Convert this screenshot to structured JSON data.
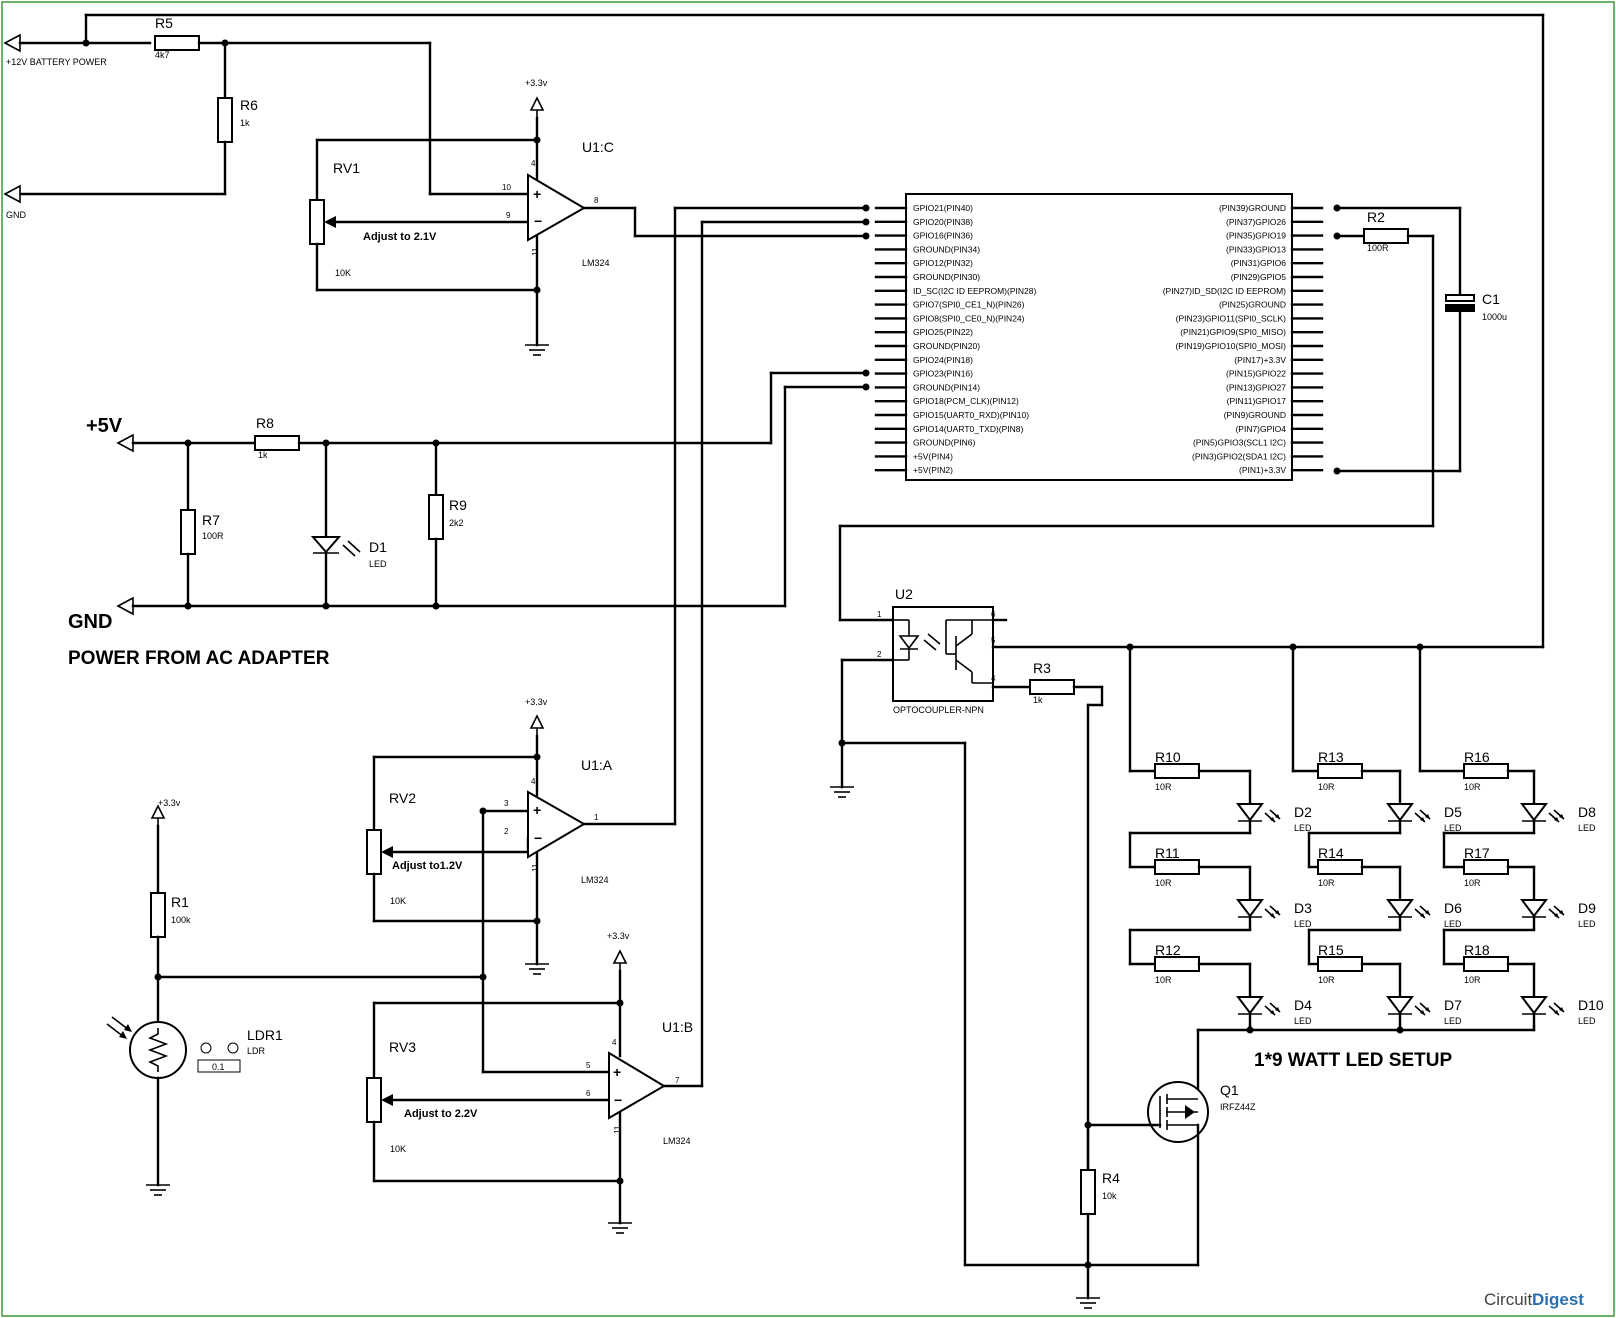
{
  "power": {
    "battery_label": "+12V BATTERY POWER",
    "gnd_small": "GND",
    "plus5v": "+5V",
    "gnd_big": "GND",
    "adapter_title": "POWER FROM AC ADAPTER",
    "v33": "+3.3v"
  },
  "resistors": {
    "R1": {
      "name": "R1",
      "value": "100k"
    },
    "R2": {
      "name": "R2",
      "value": "100R"
    },
    "R3": {
      "name": "R3",
      "value": "1k"
    },
    "R4": {
      "name": "R4",
      "value": "10k"
    },
    "R5": {
      "name": "R5",
      "value": "4k7"
    },
    "R6": {
      "name": "R6",
      "value": "1k"
    },
    "R7": {
      "name": "R7",
      "value": "100R"
    },
    "R8": {
      "name": "R8",
      "value": "1k"
    },
    "R9": {
      "name": "R9",
      "value": "2k2"
    }
  },
  "pots": {
    "RV1": {
      "name": "RV1",
      "value": "10K",
      "adjust": "Adjust to 2.1V"
    },
    "RV2": {
      "name": "RV2",
      "value": "10K",
      "adjust": "Adjust to1.2V"
    },
    "RV3": {
      "name": "RV3",
      "value": "10K",
      "adjust": "Adjust to 2.2V"
    }
  },
  "opamps": {
    "A": {
      "name": "U1:A",
      "part": "LM324",
      "in_plus": "3",
      "in_minus": "2",
      "out": "1",
      "vcc": "4",
      "gnd": "11"
    },
    "B": {
      "name": "U1:B",
      "part": "LM324",
      "in_plus": "5",
      "in_minus": "6",
      "out": "7",
      "vcc": "4",
      "gnd": "11"
    },
    "C": {
      "name": "U1:C",
      "part": "LM324",
      "in_plus": "10",
      "in_minus": "9",
      "out": "8",
      "vcc": "4",
      "gnd": "11"
    }
  },
  "d1": {
    "name": "D1",
    "value": "LED"
  },
  "ldr": {
    "name": "LDR1",
    "value": "LDR",
    "reading": "0.1"
  },
  "opto": {
    "name": "U2",
    "part": "OPTOCOUPLER-NPN",
    "pins": [
      "1",
      "2",
      "6",
      "5",
      "4"
    ]
  },
  "mosfet": {
    "name": "Q1",
    "part": "IRFZ44Z"
  },
  "capacitor": {
    "name": "C1",
    "value": "1000u"
  },
  "led_setup_title": "1*9 WATT LED SETUP",
  "led_matrix": {
    "resistor_value": "10R",
    "led_value": "LED",
    "columns": [
      {
        "resistors": [
          "R10",
          "R11",
          "R12"
        ],
        "leds": [
          "D2",
          "D3",
          "D4"
        ]
      },
      {
        "resistors": [
          "R13",
          "R14",
          "R15"
        ],
        "leds": [
          "D5",
          "D6",
          "D7"
        ]
      },
      {
        "resistors": [
          "R16",
          "R17",
          "R18"
        ],
        "leds": [
          "D8",
          "D9",
          "D10"
        ]
      }
    ]
  },
  "rpi": {
    "left_pins": [
      "GPIO21(PIN40)",
      "GPIO20(PIN38)",
      "GPIO16(PIN36)",
      "GROUND(PIN34)",
      "GPIO12(PIN32)",
      "GROUND(PIN30)",
      "ID_SC(I2C ID EEPROM)(PIN28)",
      "GPIO7(SPI0_CE1_N)(PIN26)",
      "GPIO8(SPI0_CE0_N)(PIN24)",
      "GPIO25(PIN22)",
      "GROUND(PIN20)",
      "GPIO24(PIN18)",
      "GPIO23(PIN16)",
      "GROUND(PIN14)",
      "GPIO18(PCM_CLK)(PIN12)",
      "GPIO15(UART0_RXD)(PIN10)",
      "GPIO14(UART0_TXD)(PIN8)",
      "GROUND(PIN6)",
      "+5V(PIN4)",
      "+5V(PIN2)"
    ],
    "right_pins": [
      "(PIN39)GROUND",
      "(PIN37)GPIO26",
      "(PIN35)GPIO19",
      "(PIN33)GPIO13",
      "(PIN31)GPIO6",
      "(PIN29)GPIO5",
      "(PIN27)ID_SD(I2C ID EEPROM)",
      "(PIN25)GROUND",
      "(PIN23)GPIO11(SPI0_SCLK)",
      "(PIN21)GPIO9(SPI0_MISO)",
      "(PIN19)GPIO10(SPI0_MOSI)",
      "(PIN17)+3.3V",
      "(PIN15)GPIO22",
      "(PIN13)GPIO27",
      "(PIN11)GPIO17",
      "(PIN9)GROUND",
      "(PIN7)GPIO4",
      "(PIN5)GPIO3(SCL1 I2C)",
      "(PIN3)GPIO2(SDA1 I2C)",
      "(PIN1)+3.3V"
    ]
  },
  "brand": {
    "part1": "Circuit",
    "part2": "Digest"
  }
}
